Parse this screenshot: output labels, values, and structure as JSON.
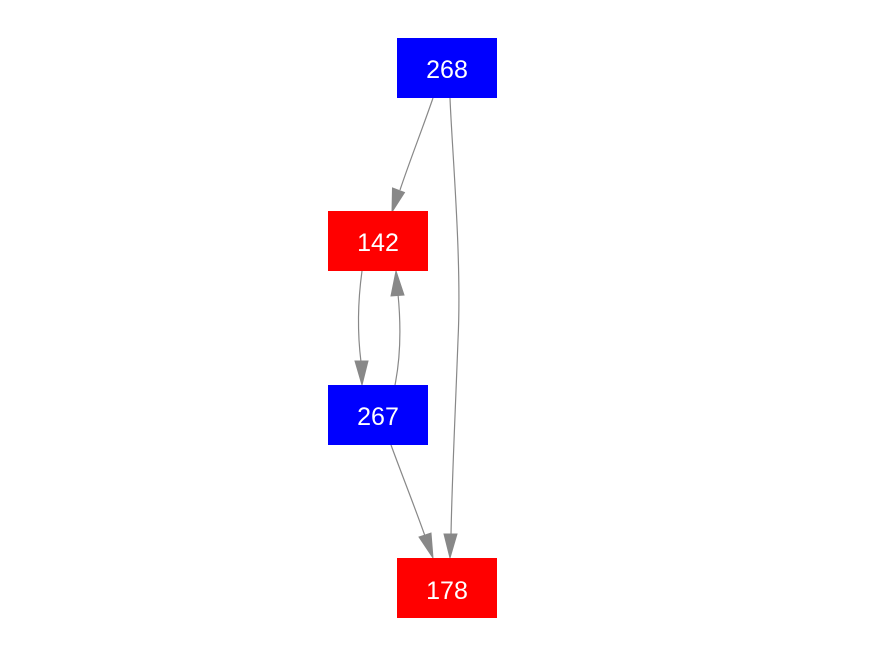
{
  "diagram": {
    "nodes": [
      {
        "id": "n268",
        "label": "268",
        "color": "#0000ff"
      },
      {
        "id": "n142",
        "label": "142",
        "color": "#ff0000"
      },
      {
        "id": "n267",
        "label": "267",
        "color": "#0000ff"
      },
      {
        "id": "n178",
        "label": "178",
        "color": "#ff0000"
      }
    ],
    "edges": [
      {
        "from": "268",
        "to": "142"
      },
      {
        "from": "268",
        "to": "178"
      },
      {
        "from": "142",
        "to": "267"
      },
      {
        "from": "267",
        "to": "142"
      },
      {
        "from": "267",
        "to": "178"
      }
    ],
    "edge_color": "#888888",
    "background": "#ffffff"
  }
}
